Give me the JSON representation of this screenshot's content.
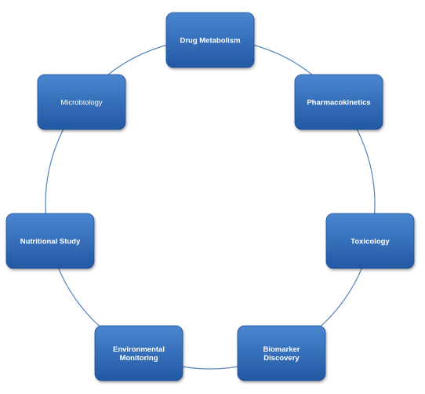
{
  "colors": {
    "ring": "#4f81bd",
    "box_top": "#4a86cf",
    "box_bottom": "#2258a3",
    "box_border": "#1e4e8c",
    "text": "#ffffff"
  },
  "nodes": [
    {
      "id": "drug-metabolism",
      "lines": [
        "Drug Metabolism"
      ],
      "bold": true
    },
    {
      "id": "pharmacokinetics",
      "lines": [
        "Pharmacokinetics"
      ],
      "bold": true
    },
    {
      "id": "toxicology",
      "lines": [
        "Toxicology"
      ],
      "bold": true
    },
    {
      "id": "biomarker-discovery",
      "lines": [
        "Biomarker",
        "Discovery"
      ],
      "bold": true
    },
    {
      "id": "environmental-monitoring",
      "lines": [
        "Environmental",
        "Monitoring"
      ],
      "bold": true
    },
    {
      "id": "nutritional-study",
      "lines": [
        "Nutritional Study"
      ],
      "bold": true
    },
    {
      "id": "microbiology",
      "lines": [
        "Microbiology"
      ],
      "bold": false
    }
  ]
}
